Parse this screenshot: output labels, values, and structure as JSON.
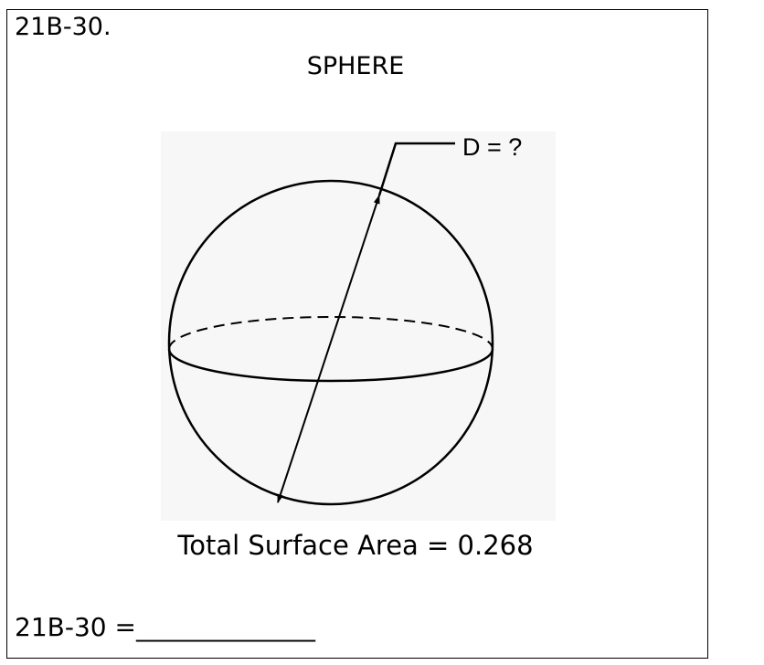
{
  "problem": {
    "number": "21B-30.",
    "title": "SPHERE",
    "diameter_label": "D = ?",
    "total_surface_area_text": "Total Surface Area = 0.268",
    "answer_prompt": "21B-30 =",
    "answer_blank": "______________"
  }
}
